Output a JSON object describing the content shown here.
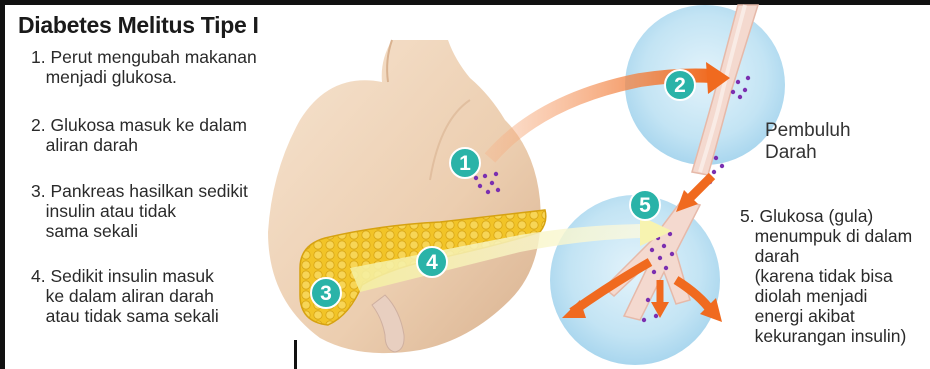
{
  "title": "Diabetes Melitus Tipe I",
  "steps": [
    {
      "number": "1",
      "lines": [
        "1. Perut mengubah makanan",
        "   menjadi glukosa."
      ]
    },
    {
      "number": "2",
      "lines": [
        "2. Glukosa masuk ke dalam",
        "   aliran darah"
      ]
    },
    {
      "number": "3",
      "lines": [
        "3. Pankreas hasilkan sedikit",
        "   insulin atau tidak",
        "   sama sekali"
      ]
    },
    {
      "number": "4",
      "lines": [
        "4. Sedikit insulin masuk",
        "   ke dalam aliran darah",
        "   atau tidak sama sekali"
      ]
    },
    {
      "number": "5",
      "lines": [
        "5. Glukosa (gula)",
        "   menumpuk di dalam",
        "   darah",
        "   (karena tidak bisa",
        "   diolah menjadi",
        "   energi akibat",
        "   kekurangan insulin)"
      ]
    }
  ],
  "vessel_label": [
    "Pembuluh",
    "Darah"
  ],
  "colors": {
    "badge": "#2ab3a8",
    "arrow_orange": "#f06a1f",
    "circle_blue": "#bfe2f3",
    "pancreas": "#f2c427",
    "stomach": "#eed2b5",
    "vessel": "#f4d9cf",
    "glucose": "#7b2fb0",
    "insulin_beam": "#f7f3b0"
  }
}
